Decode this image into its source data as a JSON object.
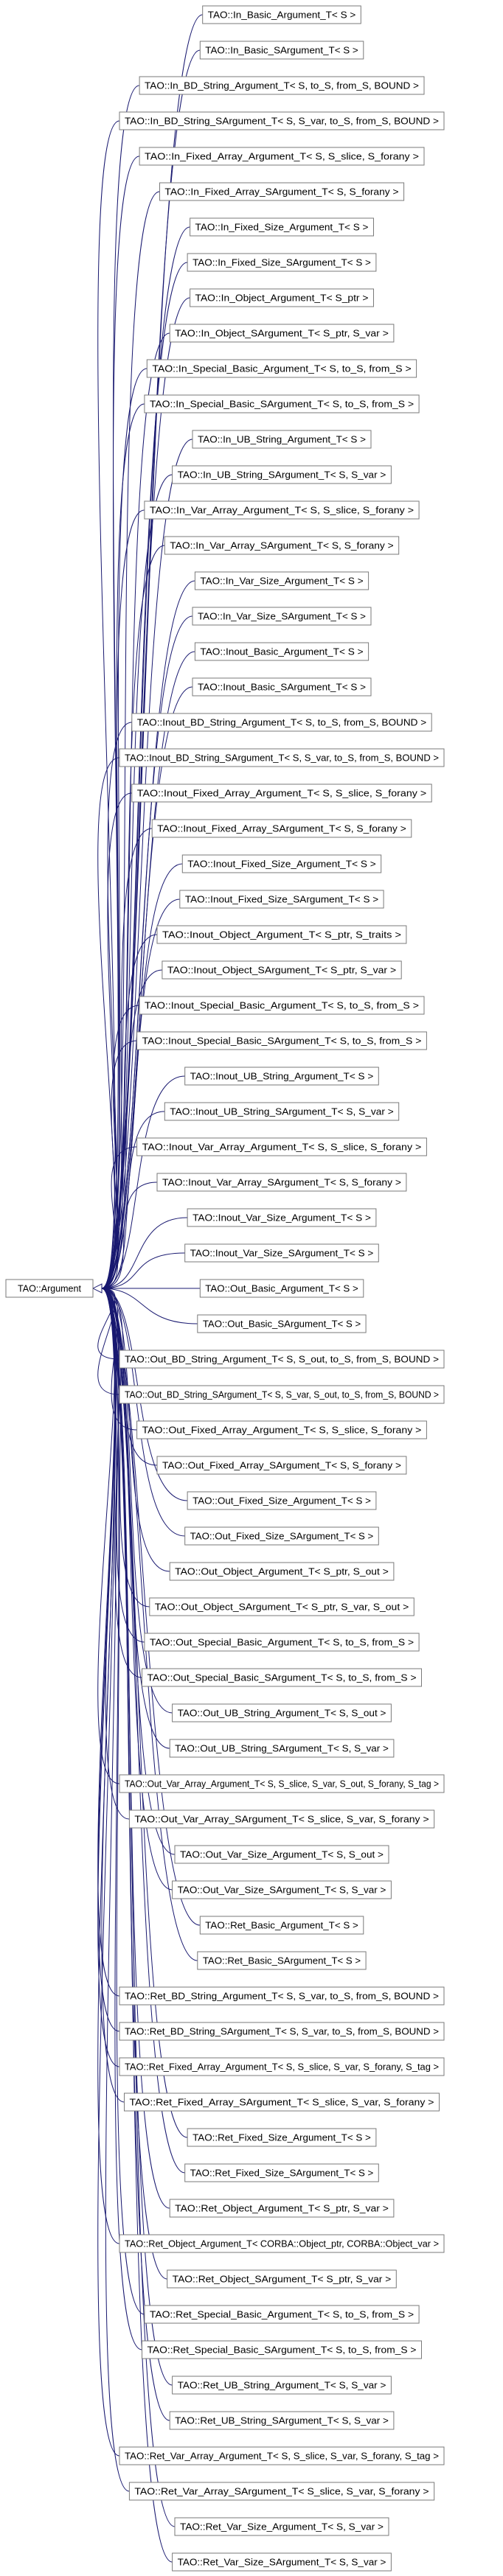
{
  "diagram": {
    "base": {
      "label": "TAO::Argument"
    },
    "classes": [
      "TAO::In_Basic_Argument_T< S >",
      "TAO::In_Basic_SArgument_T< S >",
      "TAO::In_BD_String_Argument_T< S, to_S, from_S, BOUND >",
      "TAO::In_BD_String_SArgument_T< S, S_var, to_S, from_S, BOUND >",
      "TAO::In_Fixed_Array_Argument_T< S, S_slice, S_forany >",
      "TAO::In_Fixed_Array_SArgument_T< S, S_forany >",
      "TAO::In_Fixed_Size_Argument_T< S >",
      "TAO::In_Fixed_Size_SArgument_T< S >",
      "TAO::In_Object_Argument_T< S_ptr >",
      "TAO::In_Object_SArgument_T< S_ptr, S_var >",
      "TAO::In_Special_Basic_Argument_T< S, to_S, from_S >",
      "TAO::In_Special_Basic_SArgument_T< S, to_S, from_S >",
      "TAO::In_UB_String_Argument_T< S >",
      "TAO::In_UB_String_SArgument_T< S, S_var >",
      "TAO::In_Var_Array_Argument_T< S, S_slice, S_forany >",
      "TAO::In_Var_Array_SArgument_T< S, S_forany >",
      "TAO::In_Var_Size_Argument_T< S >",
      "TAO::In_Var_Size_SArgument_T< S >",
      "TAO::Inout_Basic_Argument_T< S >",
      "TAO::Inout_Basic_SArgument_T< S >",
      "TAO::Inout_BD_String_Argument_T< S, to_S, from_S, BOUND >",
      "TAO::Inout_BD_String_SArgument_T< S, S_var, to_S, from_S, BOUND >",
      "TAO::Inout_Fixed_Array_Argument_T< S, S_slice, S_forany >",
      "TAO::Inout_Fixed_Array_SArgument_T< S, S_forany >",
      "TAO::Inout_Fixed_Size_Argument_T< S >",
      "TAO::Inout_Fixed_Size_SArgument_T< S >",
      "TAO::Inout_Object_Argument_T< S_ptr, S_traits >",
      "TAO::Inout_Object_SArgument_T< S_ptr, S_var >",
      "TAO::Inout_Special_Basic_Argument_T< S, to_S, from_S >",
      "TAO::Inout_Special_Basic_SArgument_T< S, to_S, from_S >",
      "TAO::Inout_UB_String_Argument_T< S >",
      "TAO::Inout_UB_String_SArgument_T< S, S_var >",
      "TAO::Inout_Var_Array_Argument_T< S, S_slice, S_forany >",
      "TAO::Inout_Var_Array_SArgument_T< S, S_forany >",
      "TAO::Inout_Var_Size_Argument_T< S >",
      "TAO::Inout_Var_Size_SArgument_T< S >",
      "TAO::Out_Basic_Argument_T< S >",
      "TAO::Out_Basic_SArgument_T< S >",
      "TAO::Out_BD_String_Argument_T< S, S_out, to_S, from_S, BOUND >",
      "TAO::Out_BD_String_SArgument_T< S, S_var, S_out, to_S, from_S, BOUND >",
      "TAO::Out_Fixed_Array_Argument_T< S, S_slice, S_forany >",
      "TAO::Out_Fixed_Array_SArgument_T< S, S_forany >",
      "TAO::Out_Fixed_Size_Argument_T< S >",
      "TAO::Out_Fixed_Size_SArgument_T< S >",
      "TAO::Out_Object_Argument_T< S_ptr, S_out >",
      "TAO::Out_Object_SArgument_T< S_ptr, S_var, S_out >",
      "TAO::Out_Special_Basic_Argument_T< S, to_S, from_S >",
      "TAO::Out_Special_Basic_SArgument_T< S, to_S, from_S >",
      "TAO::Out_UB_String_Argument_T< S, S_out >",
      "TAO::Out_UB_String_SArgument_T< S, S_var >",
      "TAO::Out_Var_Array_Argument_T< S, S_slice, S_var, S_out, S_forany, S_tag >",
      "TAO::Out_Var_Array_SArgument_T< S_slice, S_var, S_forany >",
      "TAO::Out_Var_Size_Argument_T< S, S_out >",
      "TAO::Out_Var_Size_SArgument_T< S, S_var >",
      "TAO::Ret_Basic_Argument_T< S >",
      "TAO::Ret_Basic_SArgument_T< S >",
      "TAO::Ret_BD_String_Argument_T< S, S_var, to_S, from_S, BOUND >",
      "TAO::Ret_BD_String_SArgument_T< S, S_var, to_S, from_S, BOUND >",
      "TAO::Ret_Fixed_Array_Argument_T< S, S_slice, S_var, S_forany, S_tag >",
      "TAO::Ret_Fixed_Array_SArgument_T< S_slice, S_var, S_forany >",
      "TAO::Ret_Fixed_Size_Argument_T< S >",
      "TAO::Ret_Fixed_Size_SArgument_T< S >",
      "TAO::Ret_Object_Argument_T< S_ptr, S_var >",
      "TAO::Ret_Object_Argument_T< CORBA::Object_ptr, CORBA::Object_var >",
      "TAO::Ret_Object_SArgument_T< S_ptr, S_var >",
      "TAO::Ret_Special_Basic_Argument_T< S, to_S, from_S >",
      "TAO::Ret_Special_Basic_SArgument_T< S, to_S, from_S >",
      "TAO::Ret_UB_String_Argument_T< S, S_var >",
      "TAO::Ret_UB_String_SArgument_T< S, S_var >",
      "TAO::Ret_Var_Array_Argument_T< S, S_slice, S_var, S_forany, S_tag >",
      "TAO::Ret_Var_Array_SArgument_T< S_slice, S_var, S_forany >",
      "TAO::Ret_Var_Size_Argument_T< S, S_var >",
      "TAO::Ret_Var_Size_SArgument_T< S, S_var >"
    ],
    "colors": {
      "edge": "#191970",
      "box_border": "#7a7a7a",
      "box_fill": "#ffffff",
      "text": "#000000"
    }
  }
}
